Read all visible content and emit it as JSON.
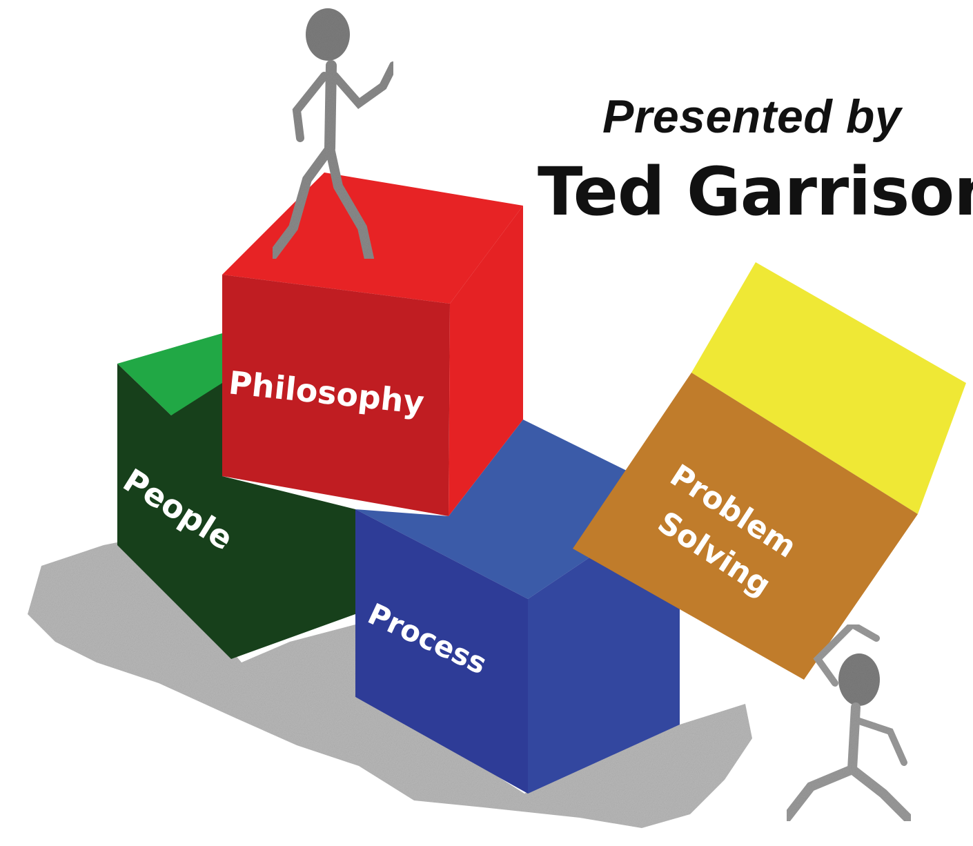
{
  "header": {
    "presented_by": "Presented by",
    "presenter_name": "Ted Garrison"
  },
  "blocks": [
    {
      "id": "people",
      "label": "People",
      "color": "#17401b",
      "top_color": "#21a845"
    },
    {
      "id": "philosophy",
      "label": "Philosophy",
      "color": "#c01d22",
      "top_color": "#e72325"
    },
    {
      "id": "process",
      "label": "Process",
      "color": "#2e3c97",
      "top_color": "#3b5ba8"
    },
    {
      "id": "problem_solving",
      "label_line1": "Problem",
      "label_line2": "Solving",
      "color": "#c07c2b",
      "top_color": "#efe835"
    }
  ],
  "figures": [
    "stick-figure-standing",
    "stick-figure-lifting"
  ]
}
